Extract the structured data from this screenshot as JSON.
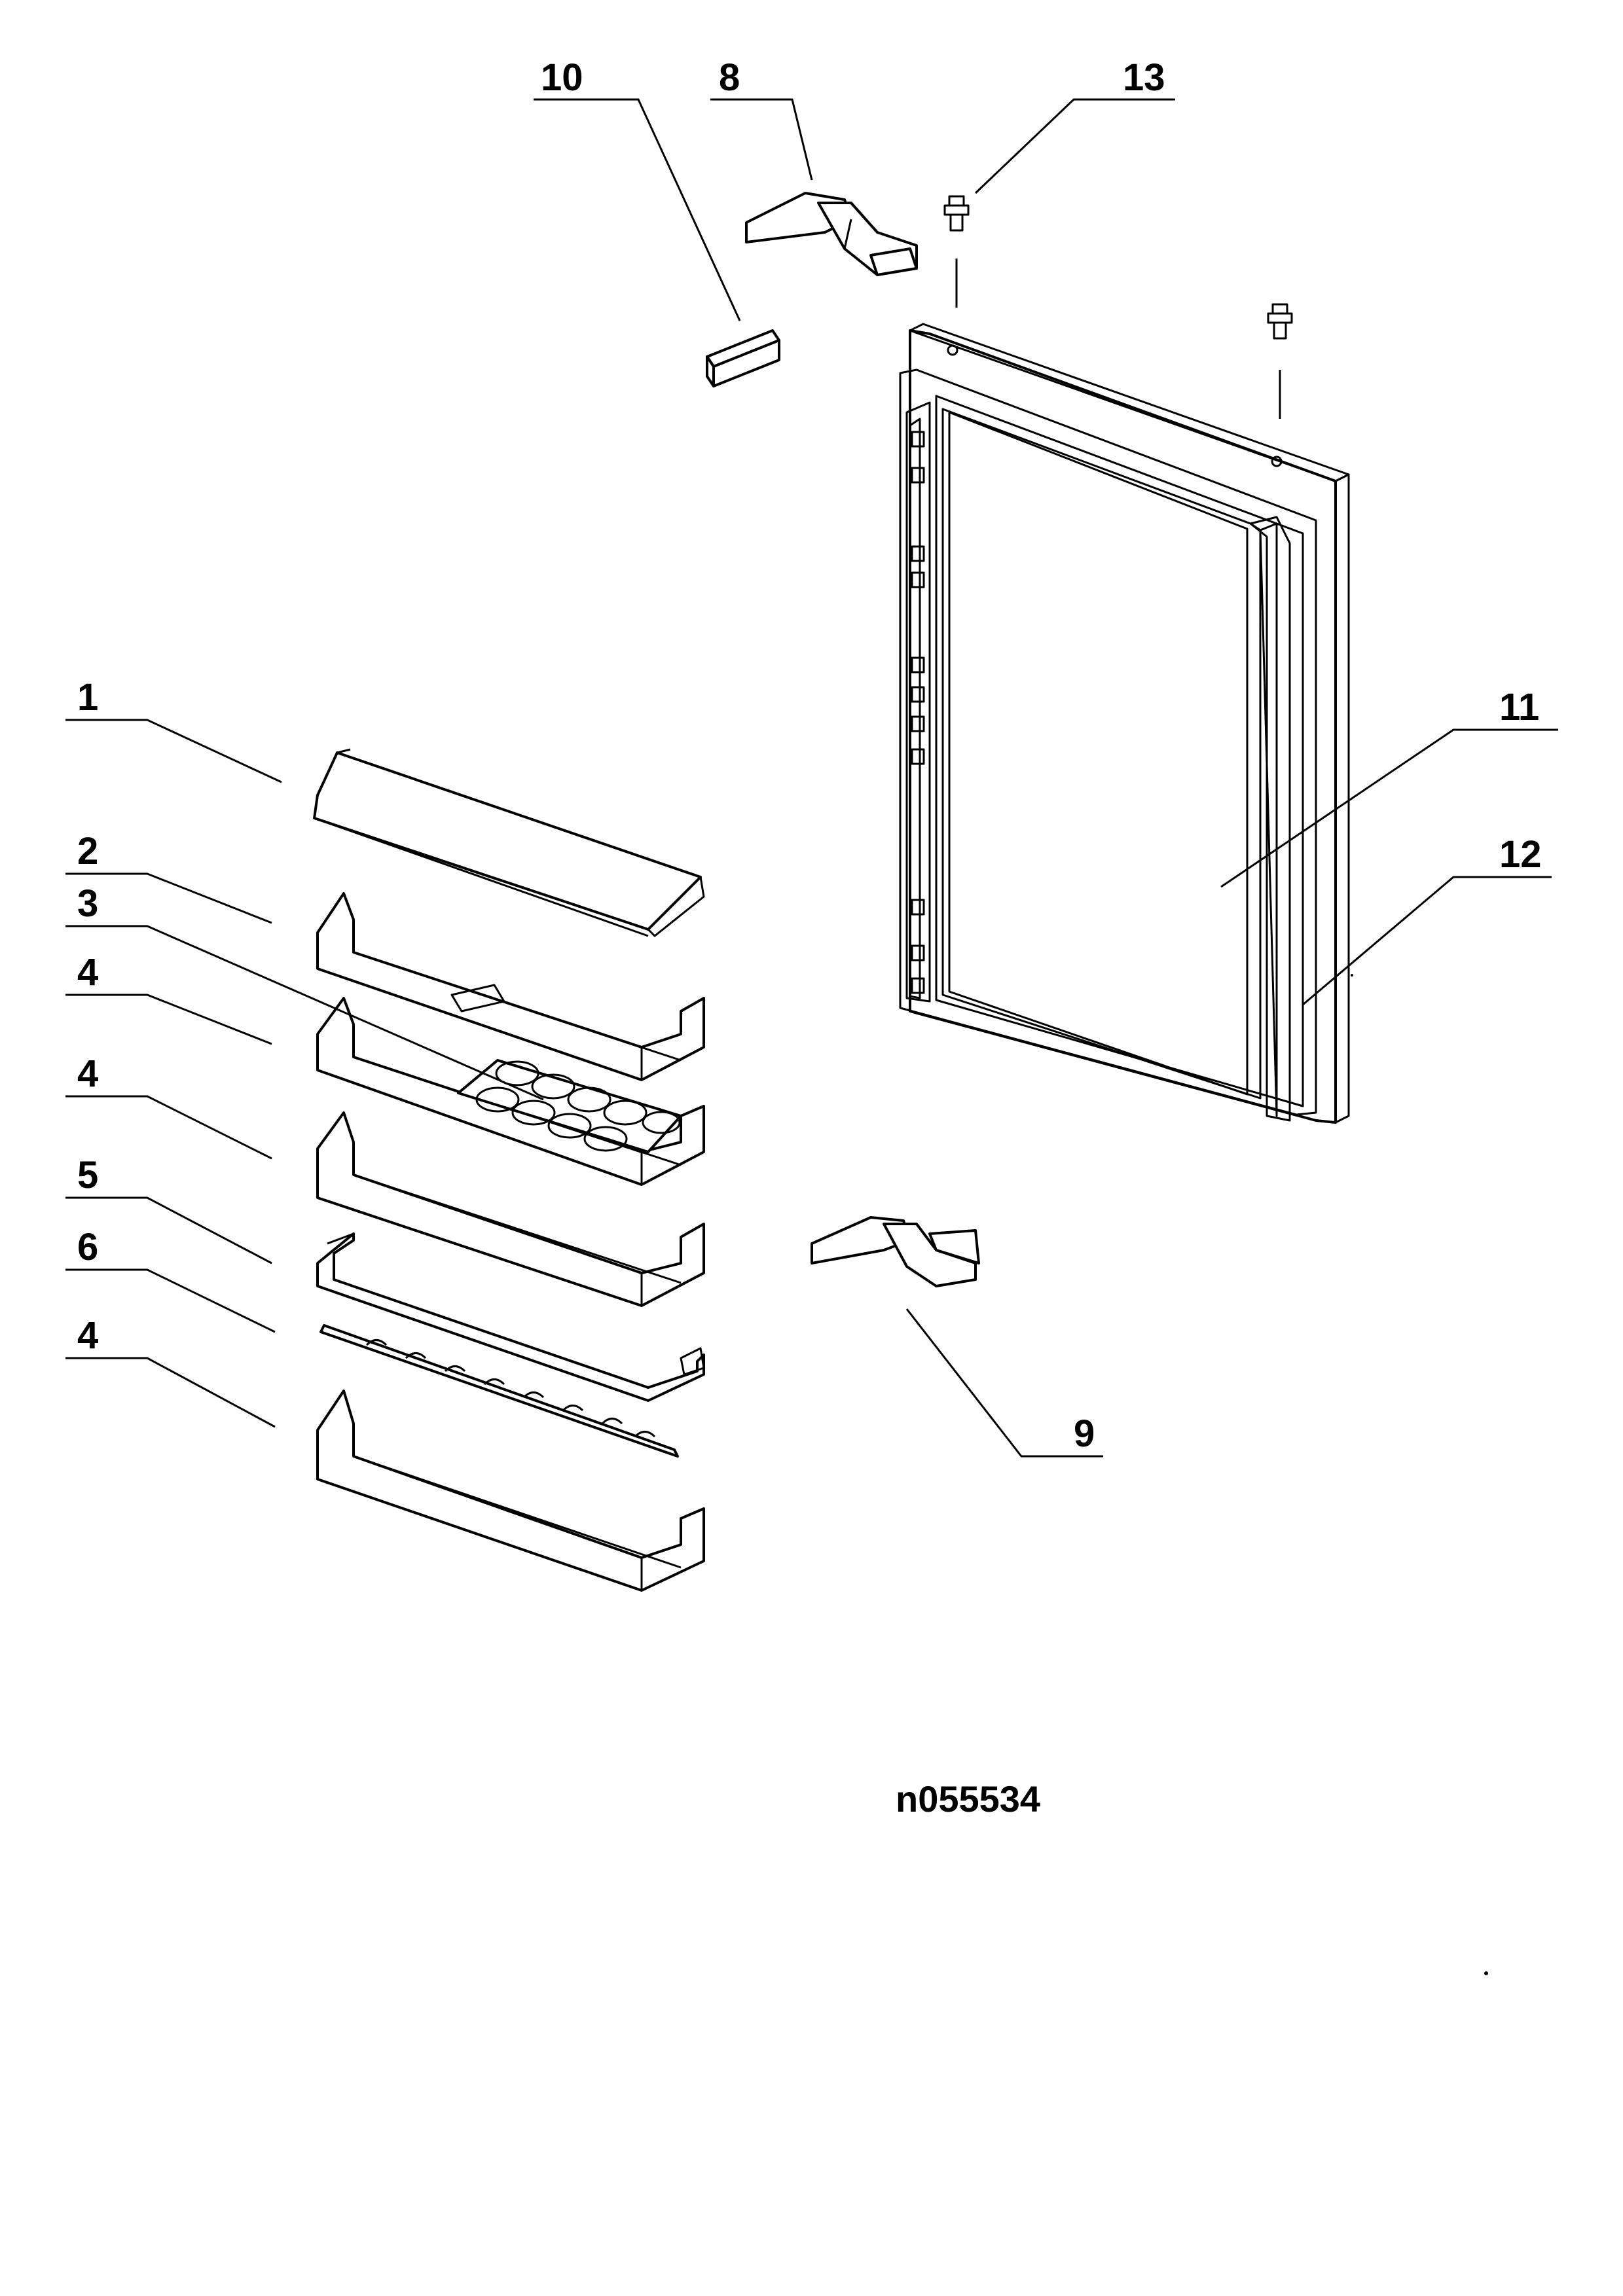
{
  "diagram": {
    "drawing_code": "n055534",
    "callouts": {
      "c1": "1",
      "c2": "2",
      "c3": "3",
      "c4a": "4",
      "c4b": "4",
      "c5": "5",
      "c6": "6",
      "c4c": "4",
      "c8": "8",
      "c9": "9",
      "c10": "10",
      "c11": "11",
      "c12": "12",
      "c13": "13"
    }
  }
}
